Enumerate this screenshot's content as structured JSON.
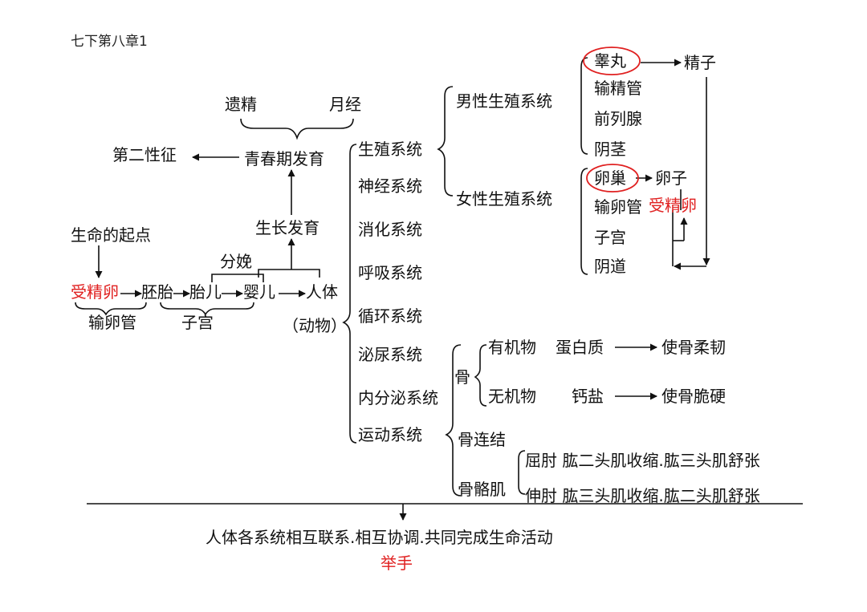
{
  "colors": {
    "ink": "#111111",
    "highlight": "#e02020"
  },
  "title": "七下第八章1",
  "top": {
    "nocturnal_emission": "遗精",
    "menstruation": "月经",
    "puberty": "青春期发育",
    "secondary_sex_traits": "第二性征",
    "growth": "生长发育"
  },
  "chain": {
    "origin_label": "生命的起点",
    "fertilized_egg": "受精卵",
    "embryo": "胚胎",
    "fetus": "胎儿",
    "infant": "婴儿",
    "human": "人体",
    "delivery": "分娩",
    "oviduct_stage": "输卵管",
    "uterus_stage": "子宫",
    "animal_note": "（动物）"
  },
  "systems": [
    "生殖系统",
    "神经系统",
    "消化系统",
    "呼吸系统",
    "循环系统",
    "泌尿系统",
    "内分泌系统",
    "运动系统"
  ],
  "male": {
    "label": "男性生殖系统",
    "organs": [
      "睾丸",
      "输精管",
      "前列腺",
      "阴茎"
    ],
    "product": "精子"
  },
  "female": {
    "label": "女性生殖系统",
    "organs": [
      "卵巢",
      "输卵管",
      "子宫",
      "阴道"
    ],
    "product": "卵子",
    "fertilized_egg": "受精卵"
  },
  "motor": {
    "bone": "骨",
    "organic": "有机物",
    "protein": "蛋白质",
    "protein_effect": "使骨柔韧",
    "inorganic": "无机物",
    "calcium": "钙盐",
    "calcium_effect": "使骨脆硬",
    "joint": "骨连结",
    "muscle": "骨骼肌",
    "flex": "屈肘 肱二头肌收缩.肱三头肌舒张",
    "extend": "伸肘 肱三头肌收缩.肱二头肌舒张"
  },
  "conclusion": "人体各系统相互联系.相互协调.共同完成生命活动",
  "raise_hand": "举手"
}
